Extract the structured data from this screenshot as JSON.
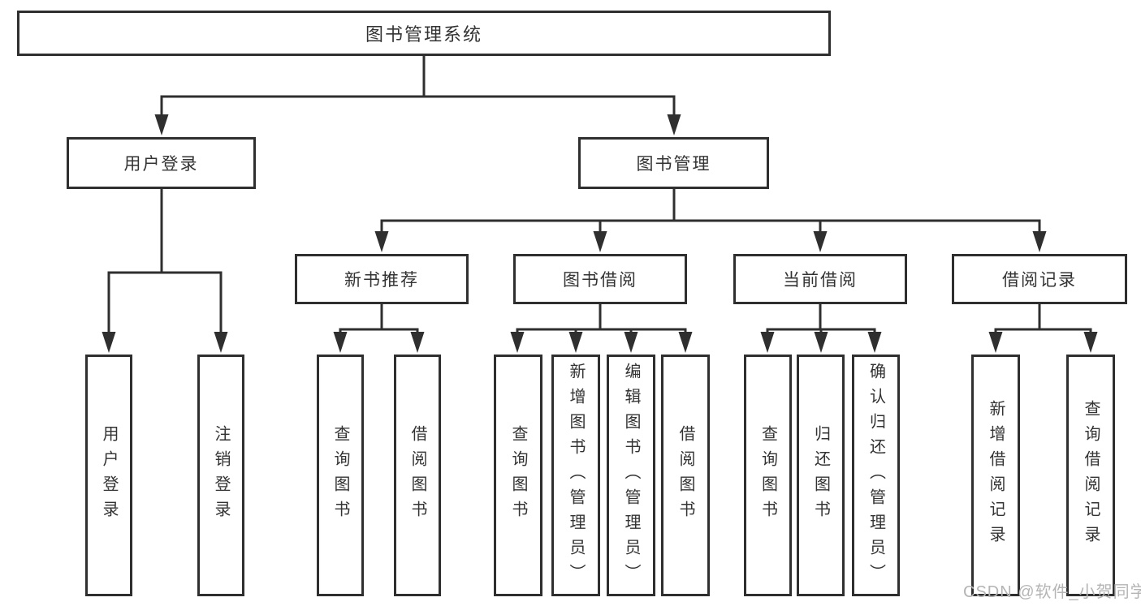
{
  "diagram": {
    "root": {
      "label": "图书管理系统"
    },
    "branches": [
      {
        "label": "用户登录",
        "children": [
          {
            "label": "用户登录"
          },
          {
            "label": "注销登录"
          }
        ]
      },
      {
        "label": "图书管理",
        "children": [
          {
            "label": "新书推荐",
            "children": [
              {
                "label": "查询图书"
              },
              {
                "label": "借阅图书"
              }
            ]
          },
          {
            "label": "图书借阅",
            "children": [
              {
                "label": "查询图书"
              },
              {
                "label": "新增图书（管理员）"
              },
              {
                "label": "编辑图书（管理员）"
              },
              {
                "label": "借阅图书"
              }
            ]
          },
          {
            "label": "当前借阅",
            "children": [
              {
                "label": "查询图书"
              },
              {
                "label": "归还图书"
              },
              {
                "label": "确认归还（管理员）"
              }
            ]
          },
          {
            "label": "借阅记录",
            "children": [
              {
                "label": "新增借阅记录"
              },
              {
                "label": "查询借阅记录"
              }
            ]
          }
        ]
      }
    ],
    "watermark": "CSDN @软件_小贺同学",
    "colors": {
      "line": "#2f2f2f",
      "text": "#333333",
      "watermark": "#b4b4b4",
      "background": "#ffffff"
    }
  }
}
